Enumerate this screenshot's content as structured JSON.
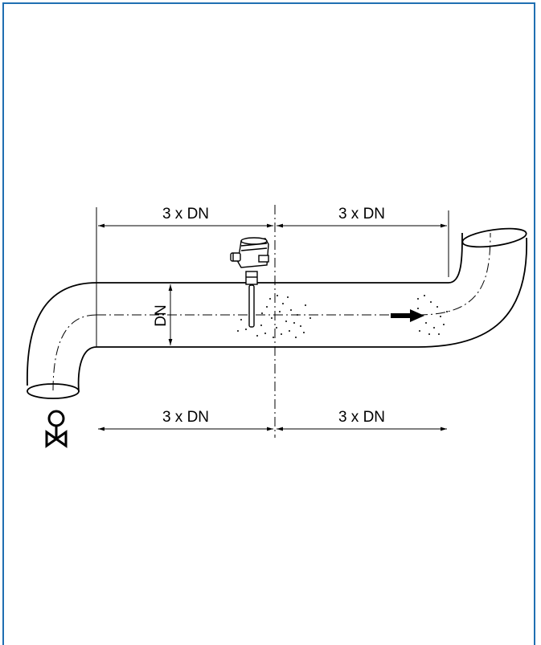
{
  "labels": {
    "top_left": "3 x DN",
    "top_right": "3 x DN",
    "bottom_left": "3 x DN",
    "bottom_right": "3 x DN",
    "diameter": "DN"
  },
  "colors": {
    "frame": "#1f6fb2",
    "line": "#000000",
    "background": "#ffffff"
  },
  "icons": [
    "valve-icon",
    "level-sensor-icon",
    "flow-arrow-icon"
  ]
}
